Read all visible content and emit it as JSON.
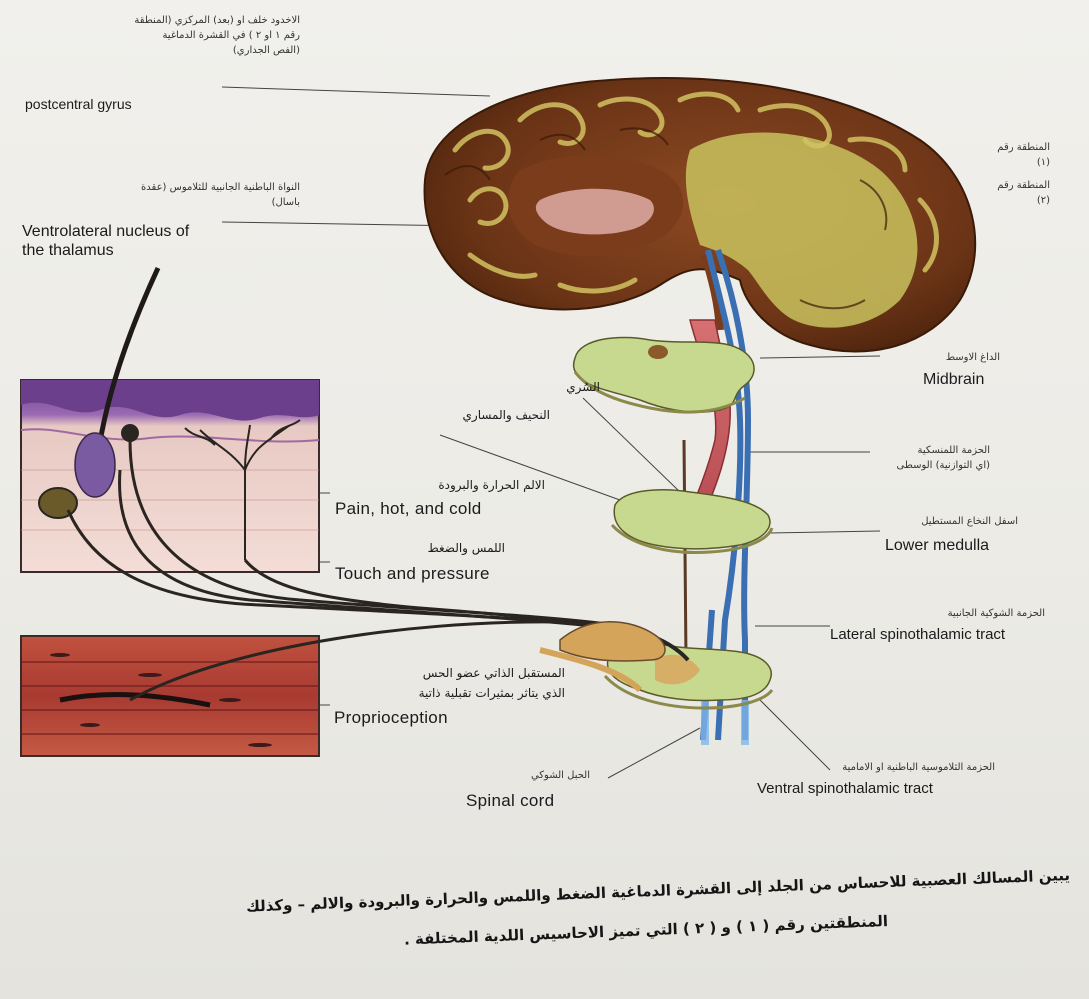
{
  "labels": {
    "postcentral_gyrus_ar": "الاخدود خلف او (بعد) المركزي (المنطقة رقم ١ او ٢ ) في القشرة الدماغية (الفص الجداري)",
    "postcentral_gyrus_ar_l1": "الاخدود خلف او (بعد) المركزي (المنطقة",
    "postcentral_gyrus_ar_l2": "رقم ١ او ٢ ) في القشرة الدماغية",
    "postcentral_gyrus_ar_l3": "(الفص الجداري)",
    "postcentral_gyrus_en": "postcentral gyrus",
    "vl_nucleus_ar_l1": "النواة الباطنية الجانبية للثلاموس (عقدة",
    "vl_nucleus_ar_l2": "باسال)",
    "vl_nucleus_en_l1": "Ventrolateral nucleus of",
    "vl_nucleus_en_l2": "the thalamus",
    "region1_ar_l1": "المنطقة رقم",
    "region1_ar_l2": "(١)",
    "region2_ar_l1": "المنطقة رقم",
    "region2_ar_l2": "(٢)",
    "midbrain_ar": "الداغ الاوسط",
    "midbrain_en": "Midbrain",
    "sensory_ar": "السُري",
    "gracile_ar": "النحيف والمساري",
    "medial_lemniscus_ar_l1": "الحزمة اللمنسكية",
    "medial_lemniscus_ar_l2": "(اي التوازنية) الوسطى",
    "pain_ar": "الالم الحرارة والبرودة",
    "pain_en": "Pain, hot, and cold",
    "lower_medulla_ar": "اسفل النخاع المستطيل",
    "lower_medulla_en": "Lower medulla",
    "touch_ar": "اللمس والضغط",
    "touch_en": "Touch and pressure",
    "lateral_tract_ar": "الحزمة الشوكية الجانبية",
    "lateral_tract_en": "Lateral spinothalamic tract",
    "proprio_ar_l1": "المستقبل الذاتي عضو الحس",
    "proprio_ar_l2": "الذي يتاثر بمثيرات تقبلية ذاتية",
    "proprio_en": "Proprioception",
    "spinal_cord_ar": "الحبل الشوكي",
    "spinal_cord_en": "Spinal cord",
    "ventral_tract_ar": "الحزمة الثلاموسية الباطنية او الامامية",
    "ventral_tract_en": "Ventral spinothalamic tract"
  },
  "caption": {
    "line1": "يبين المسالك العصبية للاحساس من الجلد إلى القشرة الدماغية الضغط واللمس والحرارة والبرودة والالم – وكذلك",
    "line2": "المنطقتين رقم ( ١ ) و ( ٢ ) التي تميز الاحاسيس اللدية المختلفة ."
  },
  "colors": {
    "cortex": "#6b3416",
    "white_matter": "#c9c25e",
    "tract_blue": "#3b6fb3",
    "tract_red": "#c9555a",
    "slice_green": "#c7d98f",
    "skin_purple": "#7a4b9a",
    "muscle": "#b4443a",
    "nerve": "#2a2520"
  }
}
